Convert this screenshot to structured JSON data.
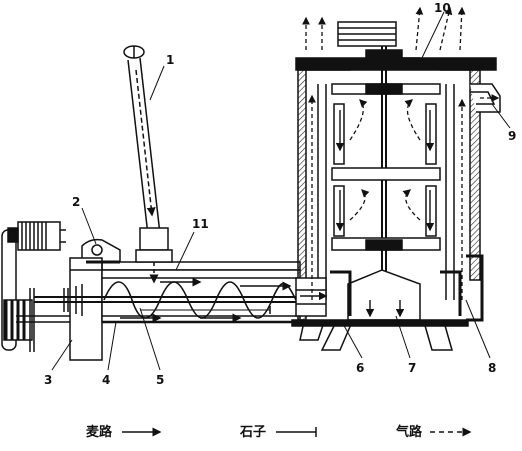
{
  "diagram": {
    "callouts": [
      {
        "id": "1",
        "text": "1"
      },
      {
        "id": "2",
        "text": "2"
      },
      {
        "id": "3",
        "text": "3"
      },
      {
        "id": "4",
        "text": "4"
      },
      {
        "id": "5",
        "text": "5"
      },
      {
        "id": "6",
        "text": "6"
      },
      {
        "id": "7",
        "text": "7"
      },
      {
        "id": "8",
        "text": "8"
      },
      {
        "id": "9",
        "text": "9"
      },
      {
        "id": "10",
        "text": "10"
      },
      {
        "id": "11",
        "text": "11"
      }
    ],
    "legend": [
      {
        "label": "麦路",
        "line_style": "solid-arrow"
      },
      {
        "label": "石子",
        "line_style": "solid-bar-end"
      },
      {
        "label": "气路",
        "line_style": "dashed-arrow"
      }
    ]
  }
}
